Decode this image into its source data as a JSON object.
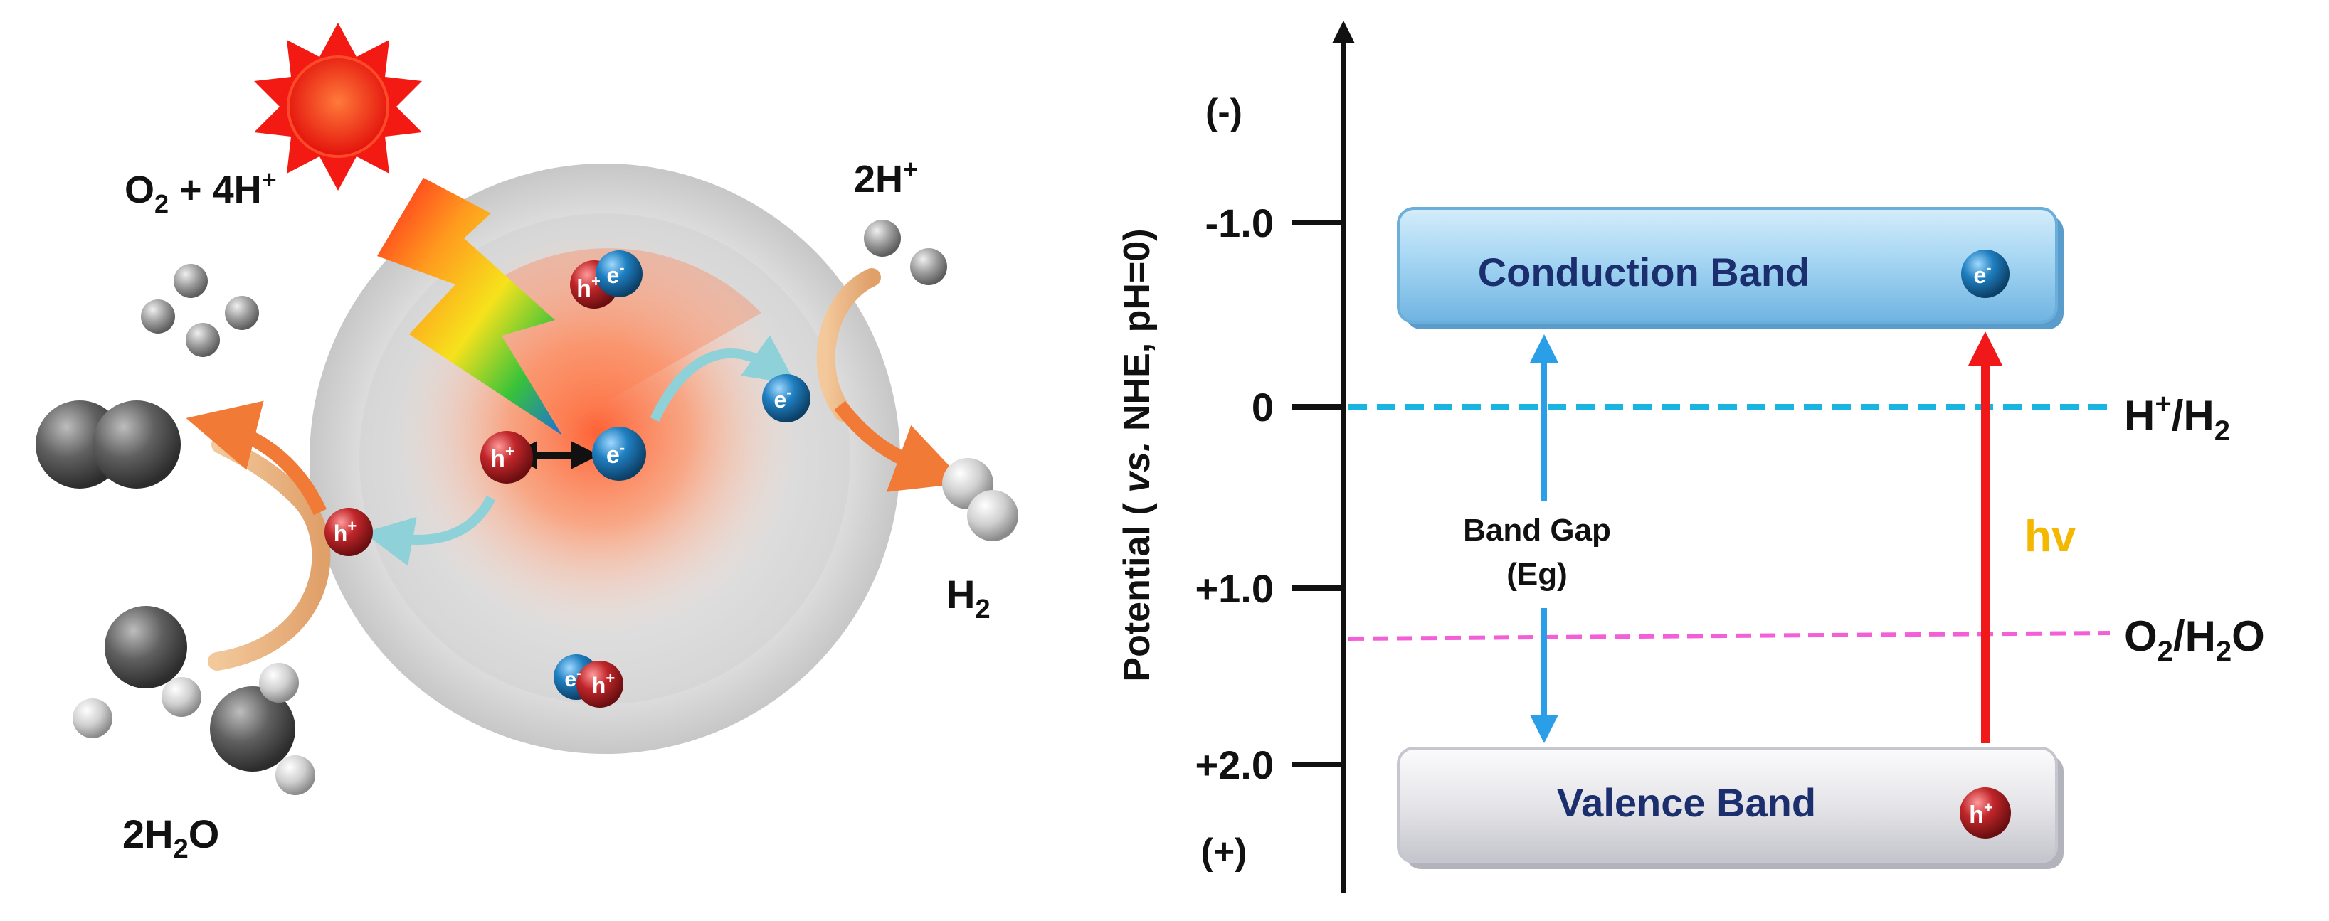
{
  "colors": {
    "electron": "#1f7fc0",
    "hole": "#c0262a",
    "sun": "#f21a12",
    "conduction_band_fill": "#9fd3f2",
    "valence_band_fill": "#e4e4e8",
    "h_level_line": "#19b5e0",
    "o_level_line": "#f35fd6",
    "excitation_arrow": "#f01818",
    "band_gap_arrow": "#2a9ee6",
    "hv_label": "#f5b800",
    "band_label_text": "#1b2f6e"
  },
  "left_panel": {
    "oxidation_products": {
      "main": "O",
      "sub": "2",
      "rest": " + 4H",
      "sup": "+"
    },
    "reduction_reactant": {
      "main": "2H",
      "sup": "+"
    },
    "reduction_product": {
      "main": "H",
      "sub": "2"
    },
    "water_reactant": {
      "pre": "2H",
      "sub": "2",
      "post": "O"
    },
    "charge_labels": {
      "electron": "e",
      "electron_sup": "-",
      "hole": "h",
      "hole_sup": "+"
    }
  },
  "right_panel": {
    "y_axis": {
      "label_prefix": "Potential ( ",
      "label_italic": "vs.",
      "label_suffix": " NHE, pH=0)",
      "top_sign": "(-)",
      "bottom_sign": "(+)",
      "ticks": [
        "-1.0",
        "0",
        "+1.0",
        "+2.0"
      ]
    },
    "conduction_band": {
      "label": "Conduction Band",
      "carrier_main": "e",
      "carrier_sup": "-"
    },
    "valence_band": {
      "label": "Valence Band",
      "carrier_main": "h",
      "carrier_sup": "+"
    },
    "band_gap": {
      "line1": "Band Gap",
      "line2": "(Eg)"
    },
    "excitation": {
      "label": "hv"
    },
    "h_level": {
      "main": "H",
      "sup": "+",
      "rest": "/H",
      "sub": "2"
    },
    "o_level": {
      "main": "O",
      "sub": "2",
      "rest": "/H",
      "sub2": "2",
      "tail": "O"
    }
  }
}
